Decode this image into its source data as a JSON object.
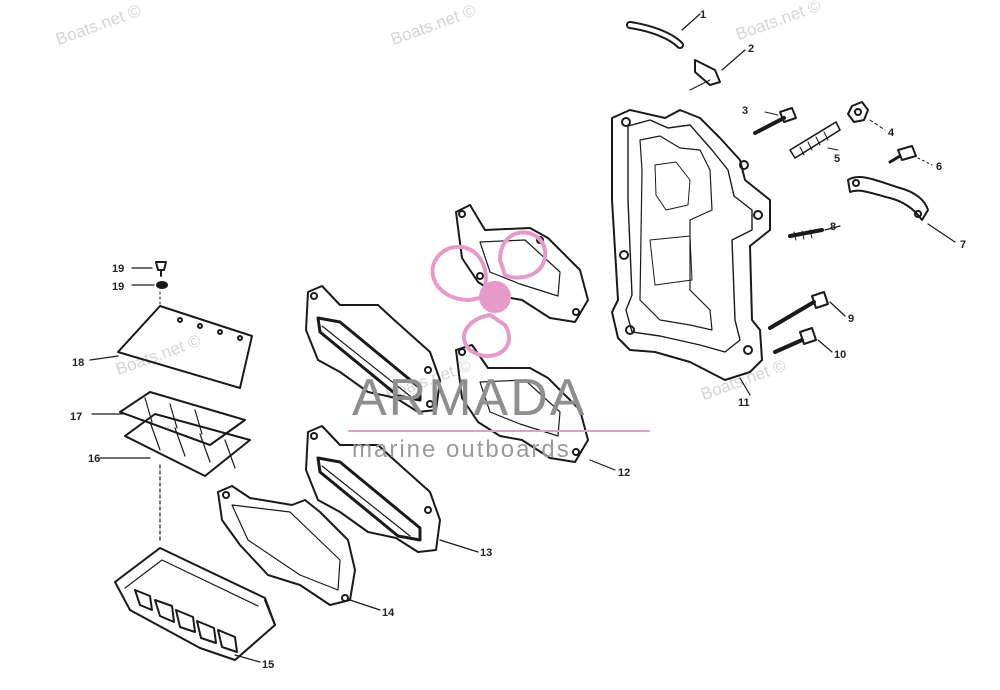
{
  "watermark": "Boats.net ©",
  "logo": {
    "title": "ARMADA",
    "subtitle": "marine outboards",
    "accent_color": "#e69ac8"
  },
  "callouts": [
    "1",
    "2",
    "3",
    "4",
    "5",
    "6",
    "7",
    "8",
    "9",
    "10",
    "11",
    "12",
    "13",
    "14",
    "15",
    "16",
    "17",
    "18",
    "19",
    "19"
  ],
  "colors": {
    "line": "#1a1a1a",
    "paper": "#ffffff",
    "watermark": "#d4d4d4"
  }
}
